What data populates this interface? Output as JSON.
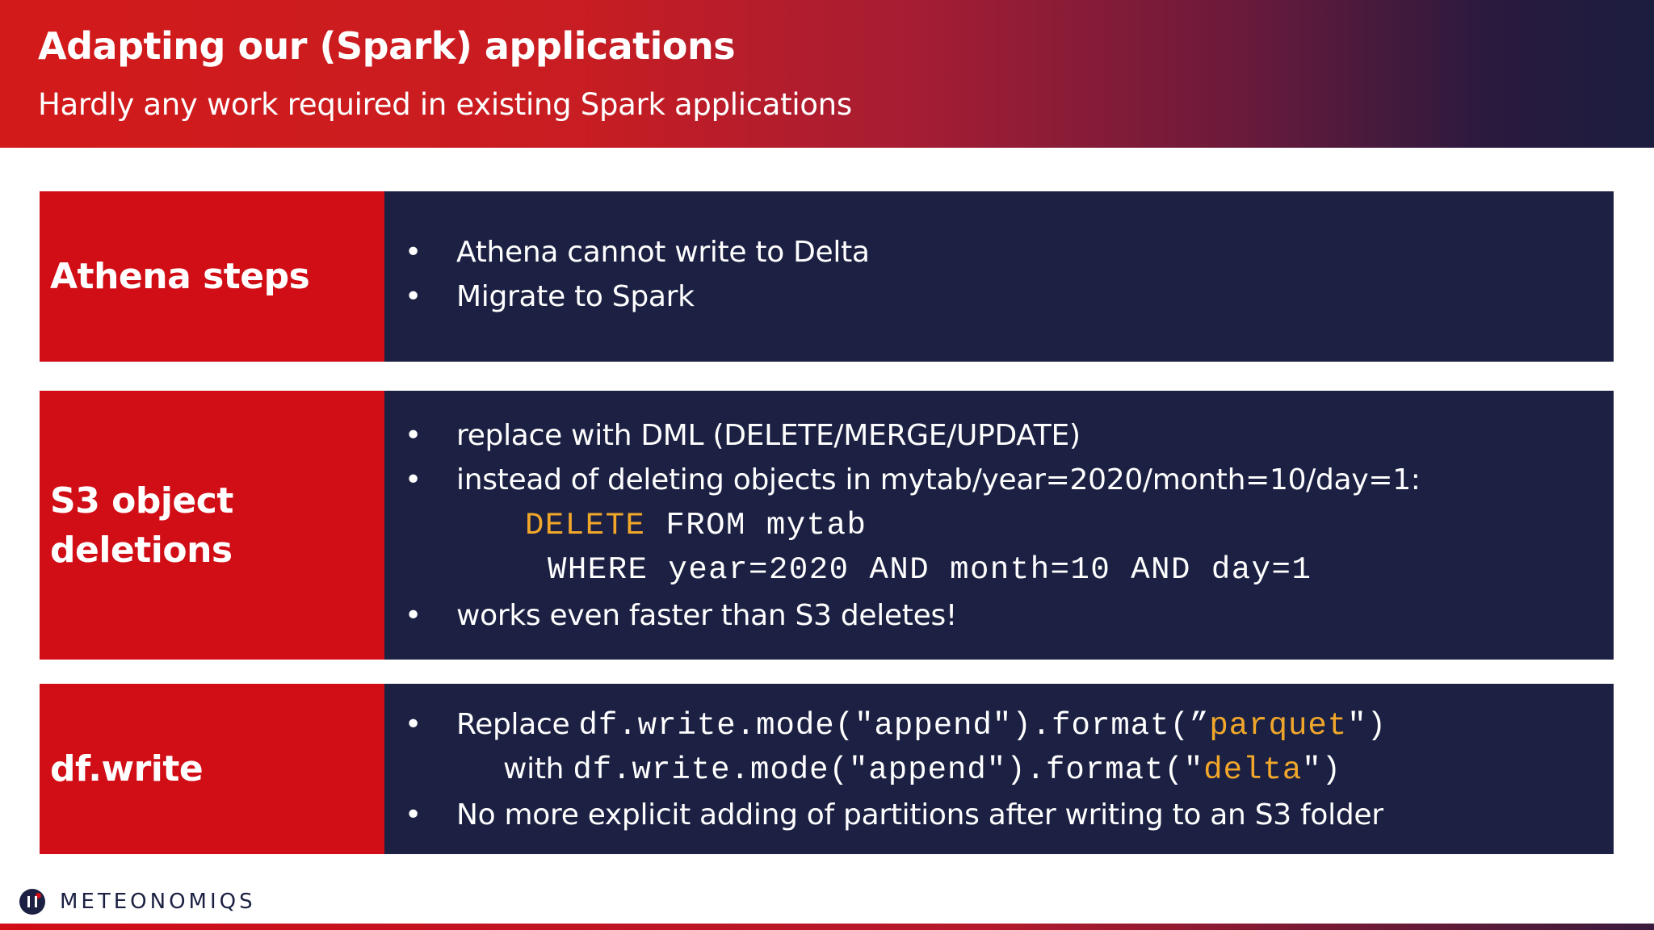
{
  "header": {
    "title": "Adapting our (Spark) applications",
    "subtitle": "Hardly any work required in existing Spark applications"
  },
  "rows": [
    {
      "label_lines": [
        "Athena steps"
      ],
      "bullets": [
        "Athena cannot write to Delta",
        "Migrate to Spark"
      ]
    },
    {
      "label_lines": [
        "S3 object",
        "deletions"
      ],
      "bullets": [
        "replace with DML (DELETE/MERGE/UPDATE)",
        "instead of deleting objects in mytab/year=2020/month=10/day=1:",
        "works even faster than S3 deletes!"
      ],
      "code": {
        "line1_keyword": "DELETE",
        "line1_rest": " FROM mytab",
        "line2": "WHERE year=2020 AND month=10 AND day=1"
      }
    },
    {
      "label_lines": [
        "df.write"
      ],
      "bullet1_prefix": "Replace ",
      "bullet1_code": "df.write.mode(\"append\").format(”",
      "bullet1_kw": "parquet",
      "bullet1_end": "\")",
      "line2_prefix": "with ",
      "line2_code": "df.write.mode(\"append\").format(\"",
      "line2_kw": "delta",
      "line2_end": "\")",
      "bullet2": "No more explicit adding of partitions after writing to an S3 folder"
    }
  ],
  "footer": {
    "brand": "METEONOMIQS"
  },
  "colors": {
    "red": "#d10d16",
    "navy": "#1c2143",
    "keyword": "#f2a72a"
  }
}
